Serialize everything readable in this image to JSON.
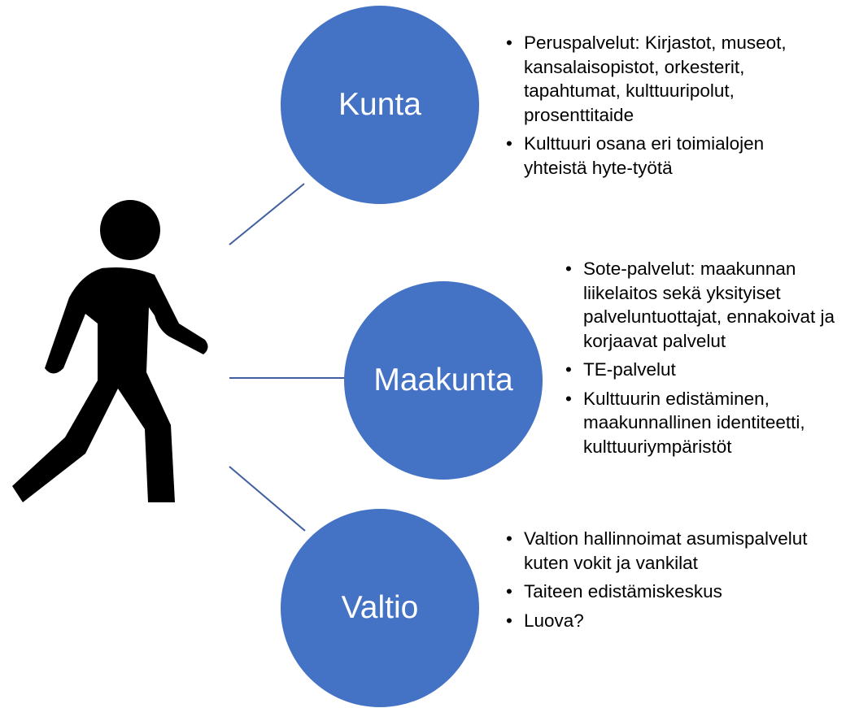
{
  "colors": {
    "circle_fill": "#4472c4",
    "connector": "#3f5fa0",
    "figure": "#000000"
  },
  "icons": {
    "person": "walking-person-icon"
  },
  "nodes": [
    {
      "label": "Kunta",
      "bullets": [
        "Peruspalvelut: Kirjastot, museot, kansalaisopistot, orkesterit, tapahtumat, kulttuuripolut, prosenttitaide",
        "Kulttuuri osana eri toimialojen yhteistä hyte-työtä"
      ]
    },
    {
      "label": "Maakunta",
      "bullets": [
        "Sote-palvelut: maakunnan liikelaitos sekä yksityiset palveluntuottajat, ennakoivat ja korjaavat palvelut",
        "TE-palvelut",
        "Kulttuurin edistäminen, maakunnallinen identiteetti, kulttuuriympäristöt"
      ]
    },
    {
      "label": "Valtio",
      "bullets": [
        "Valtion hallinnoimat asumispalvelut kuten vokit ja vankilat",
        "Taiteen edistämiskeskus",
        "Luova?"
      ]
    }
  ]
}
